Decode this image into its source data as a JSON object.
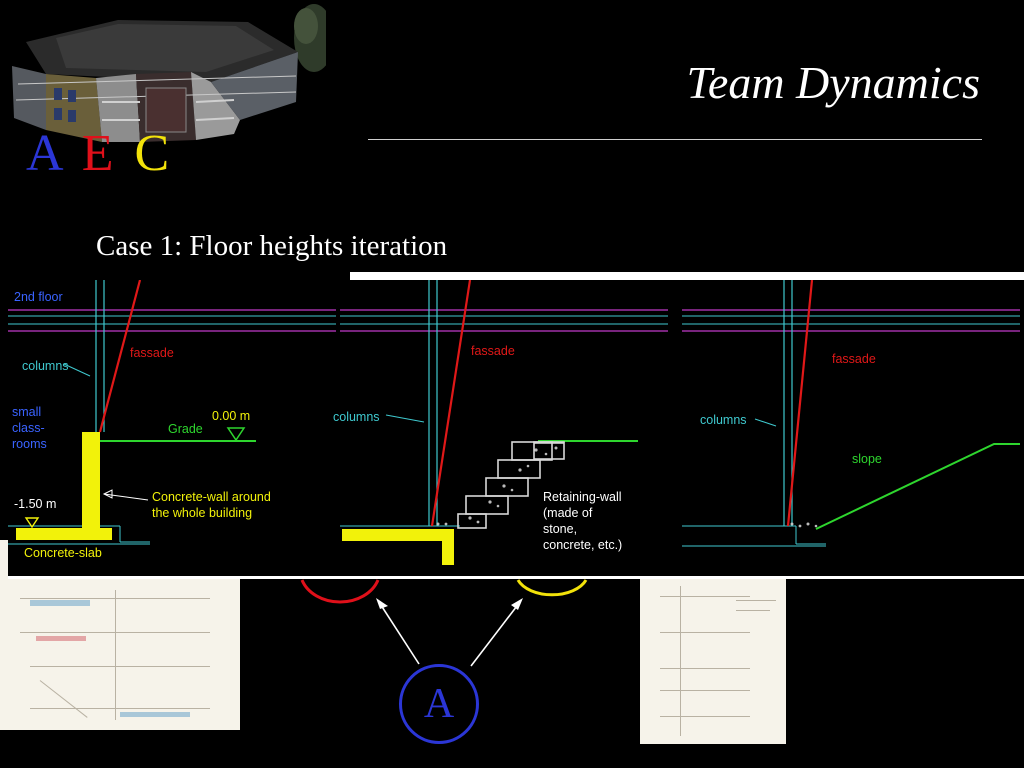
{
  "header": {
    "title": "Team Dynamics",
    "subtitle": "Case 1: Floor heights iteration",
    "logo": {
      "a": "A",
      "e": "E",
      "c": "C"
    }
  },
  "colors": {
    "background": "#000000",
    "logo_a": "#2b36d6",
    "logo_e": "#e0101a",
    "logo_c": "#f2e20a",
    "wall": "#f2f20a",
    "grade": "#2ed62e",
    "fassade": "#e01818",
    "columns": "#3fc9cf",
    "floor": "#c03ac8"
  },
  "panel1": {
    "floor_label": "2nd floor",
    "columns_label": "columns",
    "fassade_label": "fassade",
    "rooms_label_1": "small",
    "rooms_label_2": "class-",
    "rooms_label_3": "rooms",
    "elevation_grade": "0.00 m",
    "grade_label": "Grade",
    "elevation_slab": "-1.50 m",
    "wall_label_1": "Concrete-wall around",
    "wall_label_2": "the whole building",
    "slab_label": "Concrete-slab"
  },
  "panel2": {
    "fassade_label": "fassade",
    "columns_label": "columns",
    "retaining_1": "Retaining-wall",
    "retaining_2": "(made of",
    "retaining_3": "stone,",
    "retaining_4": "concrete, etc.)"
  },
  "panel3": {
    "fassade_label": "fassade",
    "columns_label": "columns",
    "slope_label": "slope"
  },
  "node": {
    "label": "A"
  }
}
